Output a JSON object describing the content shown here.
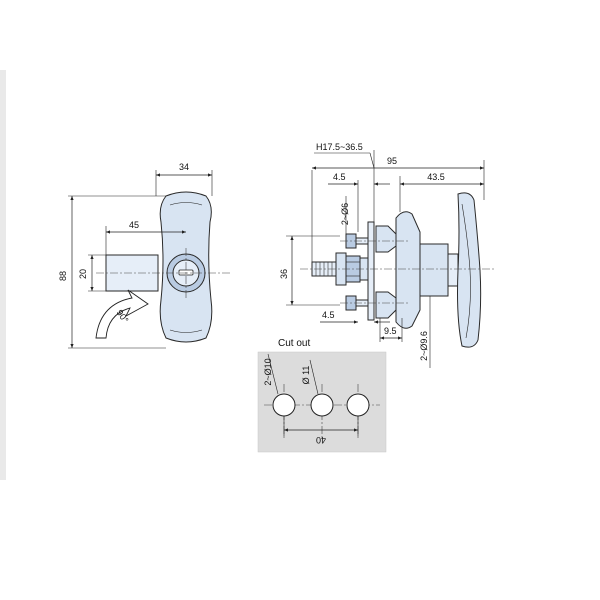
{
  "front_view": {
    "width_label": "34",
    "height_label": "88",
    "stem_length_label": "45",
    "stem_dia_label": "20",
    "rotation_label": "90°"
  },
  "side_view": {
    "grip_range_label": "H17.5~36.5",
    "total_length_label": "95",
    "plate_offset_label": "4.5",
    "handle_length_label": "43.5",
    "screw_hole_label": "2~Ø6",
    "body_height_label": "36",
    "bottom_offset_label": "4.5",
    "nut_gap_label": "9.5",
    "handle_hole_label": "2~Ø9.6"
  },
  "cut_out": {
    "title": "Cut out",
    "small_hole_label": "2~Ø10",
    "center_hole_label": "Ø 11",
    "spacing_label": "40"
  }
}
